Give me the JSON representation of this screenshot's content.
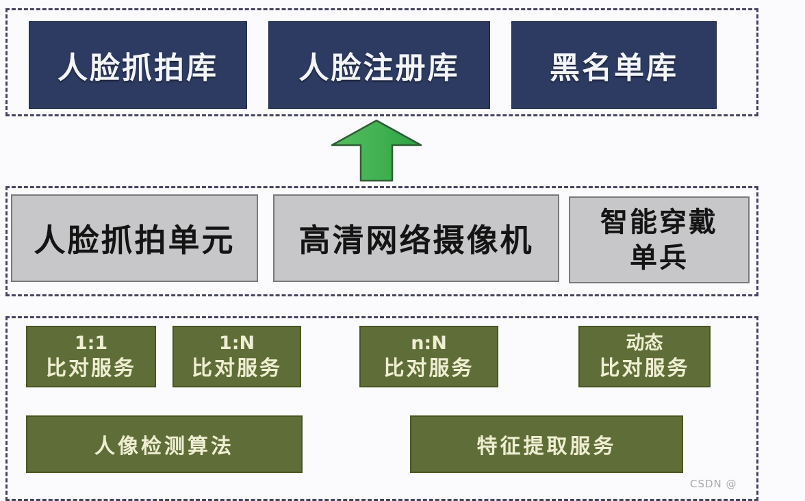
{
  "layers": {
    "databases": {
      "items": [
        {
          "label": "人脸抓拍库"
        },
        {
          "label": "人脸注册库"
        },
        {
          "label": "黑名单库"
        }
      ]
    },
    "devices": {
      "items01": [
        {
          "label": "人脸抓拍单元"
        },
        {
          "label": "高清网络摄像机"
        }
      ],
      "item2": {
        "line1": "智能穿戴",
        "line2": "单兵"
      }
    },
    "services": {
      "compare": [
        {
          "line1": "1:1",
          "line2": "比对服务"
        },
        {
          "line1": "1:N",
          "line2": "比对服务"
        },
        {
          "line1": "n:N",
          "line2": "比对服务"
        },
        {
          "line1": "动态",
          "line2": "比对服务"
        }
      ],
      "wide": [
        {
          "label": "人像检测算法"
        },
        {
          "label": "特征提取服务"
        }
      ]
    }
  },
  "arrow": {
    "direction": "up"
  },
  "watermark": "CSDN @",
  "colors": {
    "database_box": "#2d3a61",
    "database_text": "#f3f5fa",
    "device_box": "#c7c7c9",
    "device_text": "#141414",
    "service_box": "#5f6e38",
    "service_text": "#efeed2",
    "arrow_green": "#3cb04b",
    "dashed_border": "#44445e",
    "background": "#fbfbfd"
  }
}
